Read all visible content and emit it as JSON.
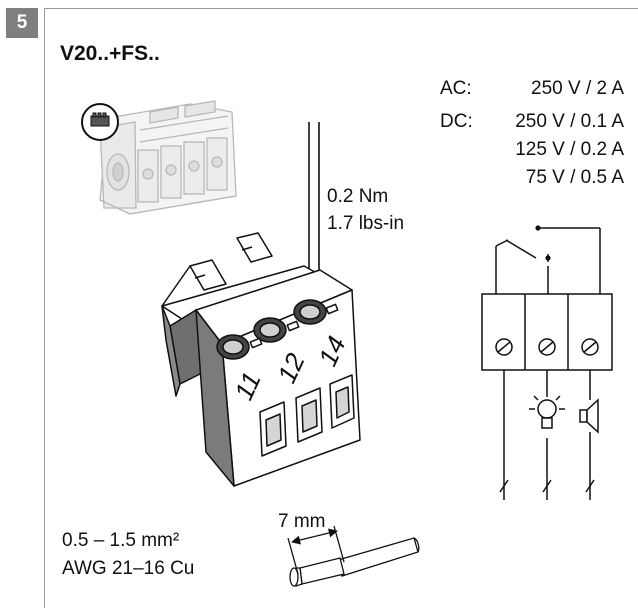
{
  "step": {
    "number": "5"
  },
  "title": "V20..+FS..",
  "ratings": {
    "ac_label": "AC:",
    "ac_value": "250 V / 2 A",
    "dc_label": "DC:",
    "dc_values": [
      "250 V / 0.1 A",
      "125 V / 0.2 A",
      "75 V / 0.5 A"
    ]
  },
  "torque": {
    "nm": "0.2 Nm",
    "lbs": "1.7 lbs-in"
  },
  "connector_labels": [
    "11",
    "12",
    "14"
  ],
  "terminal_block": {
    "labels": [
      "11",
      "12",
      "14"
    ]
  },
  "wire": {
    "cross_section": "0.5 – 1.5 mm²",
    "awg": "AWG 21–16 Cu",
    "strip_length": "7 mm"
  }
}
